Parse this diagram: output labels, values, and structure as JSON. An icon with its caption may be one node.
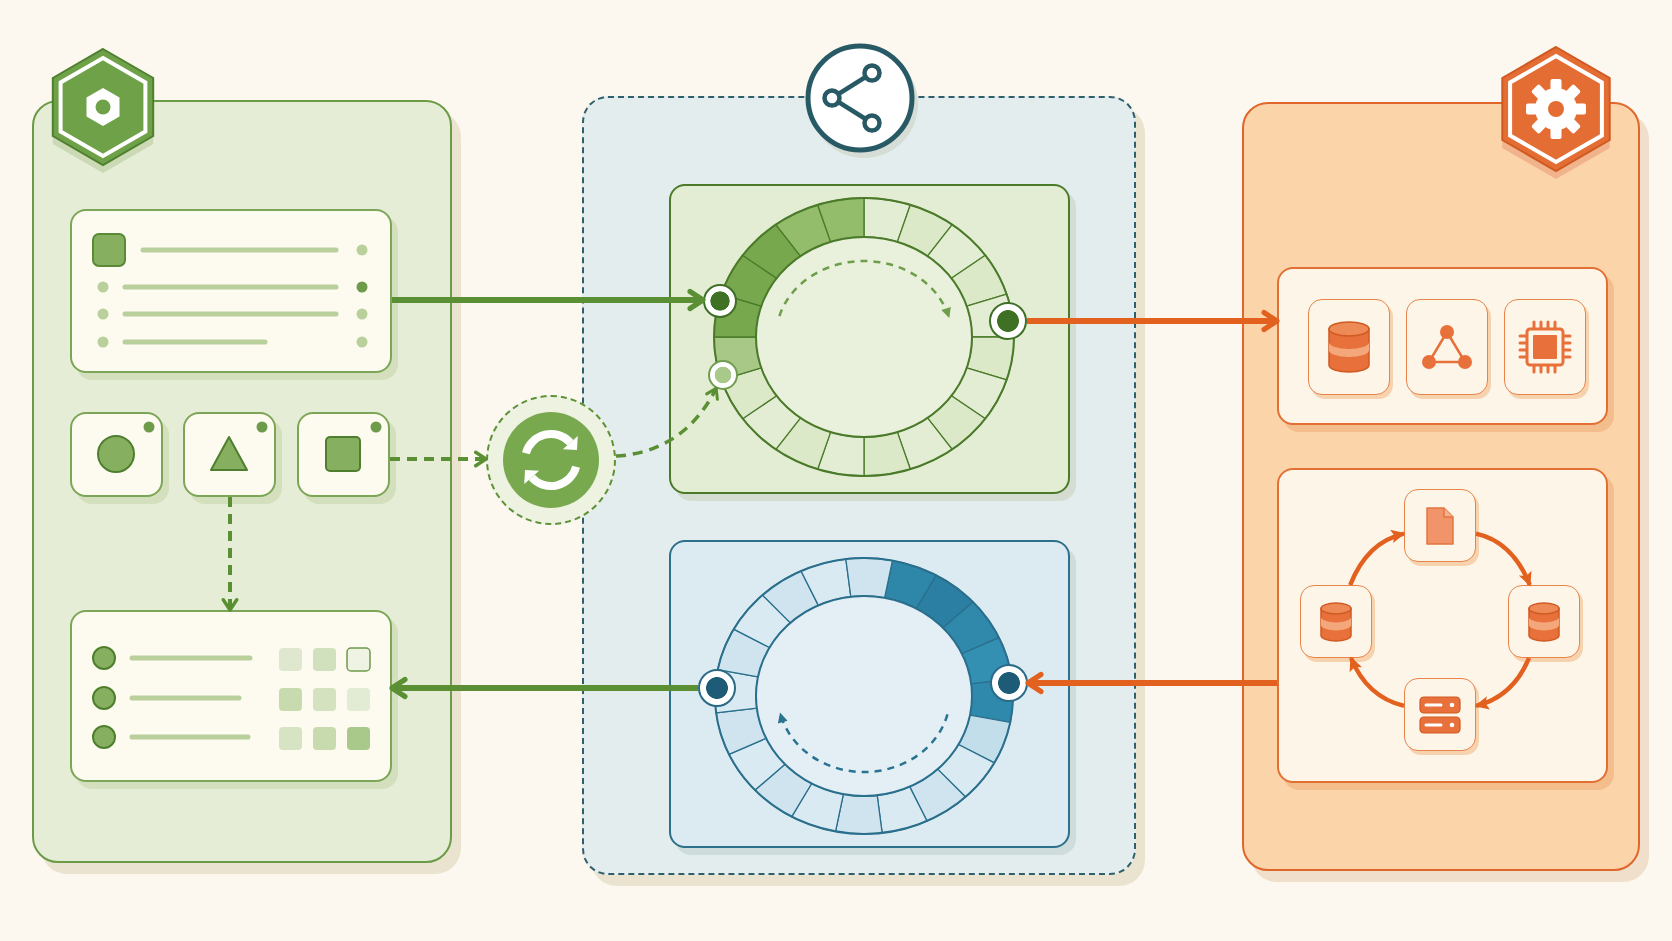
{
  "diagram": {
    "nodes": [
      {
        "text": [],
        "shape": "box"
      },
      {
        "text": [],
        "shape": "box",
        "in": 0
      },
      {
        "text": [],
        "shape": "box",
        "in": 0
      },
      {
        "text": [],
        "shape": "box",
        "in": 0
      },
      {
        "text": [],
        "shape": "box",
        "in": 0
      },
      {
        "text": [],
        "shape": "box",
        "in": 0
      },
      {
        "text": [],
        "shape": "circle"
      },
      {
        "text": [],
        "shape": "box"
      },
      {
        "text": [],
        "shape": "box",
        "in": 7
      },
      {
        "text": [],
        "shape": "circle",
        "in": 8
      },
      {
        "text": [],
        "shape": "circle",
        "in": 8
      },
      {
        "text": [],
        "shape": "circle",
        "in": 8
      },
      {
        "text": [],
        "shape": "box",
        "in": 7
      },
      {
        "text": [],
        "shape": "circle",
        "in": 12
      },
      {
        "text": [],
        "shape": "circle",
        "in": 12
      },
      {
        "text": [],
        "shape": "box"
      },
      {
        "text": [],
        "shape": "box",
        "in": 15
      },
      {
        "text": [],
        "shape": "box",
        "in": 15
      },
      {
        "text": [],
        "shape": "box",
        "in": 17
      },
      {
        "text": [],
        "shape": "box",
        "in": 17
      },
      {
        "text": [],
        "shape": "box",
        "in": 17
      },
      {
        "text": [],
        "shape": "box",
        "in": 17
      }
    ],
    "edges": [
      {
        "from": 1,
        "to": 9,
        "arrow": "to",
        "color": "#5a8f33"
      },
      {
        "from": 11,
        "to": 16,
        "arrow": "to"
      },
      {
        "from": 17,
        "to": 14,
        "arrow": "to"
      },
      {
        "from": 13,
        "to": 5,
        "arrow": "to",
        "color": "#5a8f33"
      },
      {
        "from": 4,
        "to": 6,
        "arrow": "to",
        "style": "dashed",
        "color": "#5a8f33"
      },
      {
        "from": 6,
        "to": 10,
        "arrow": "to",
        "style": "dashed",
        "color": "#5a8f33"
      },
      {
        "from": 3,
        "to": 5,
        "arrow": "to",
        "style": "dashed",
        "color": "#5a8f33"
      },
      {
        "from": 21,
        "to": 18,
        "arrow": "to"
      },
      {
        "from": 18,
        "to": 19,
        "arrow": "to"
      },
      {
        "from": 19,
        "to": 20,
        "arrow": "to"
      },
      {
        "from": 20,
        "to": 21,
        "arrow": "to"
      }
    ]
  }
}
